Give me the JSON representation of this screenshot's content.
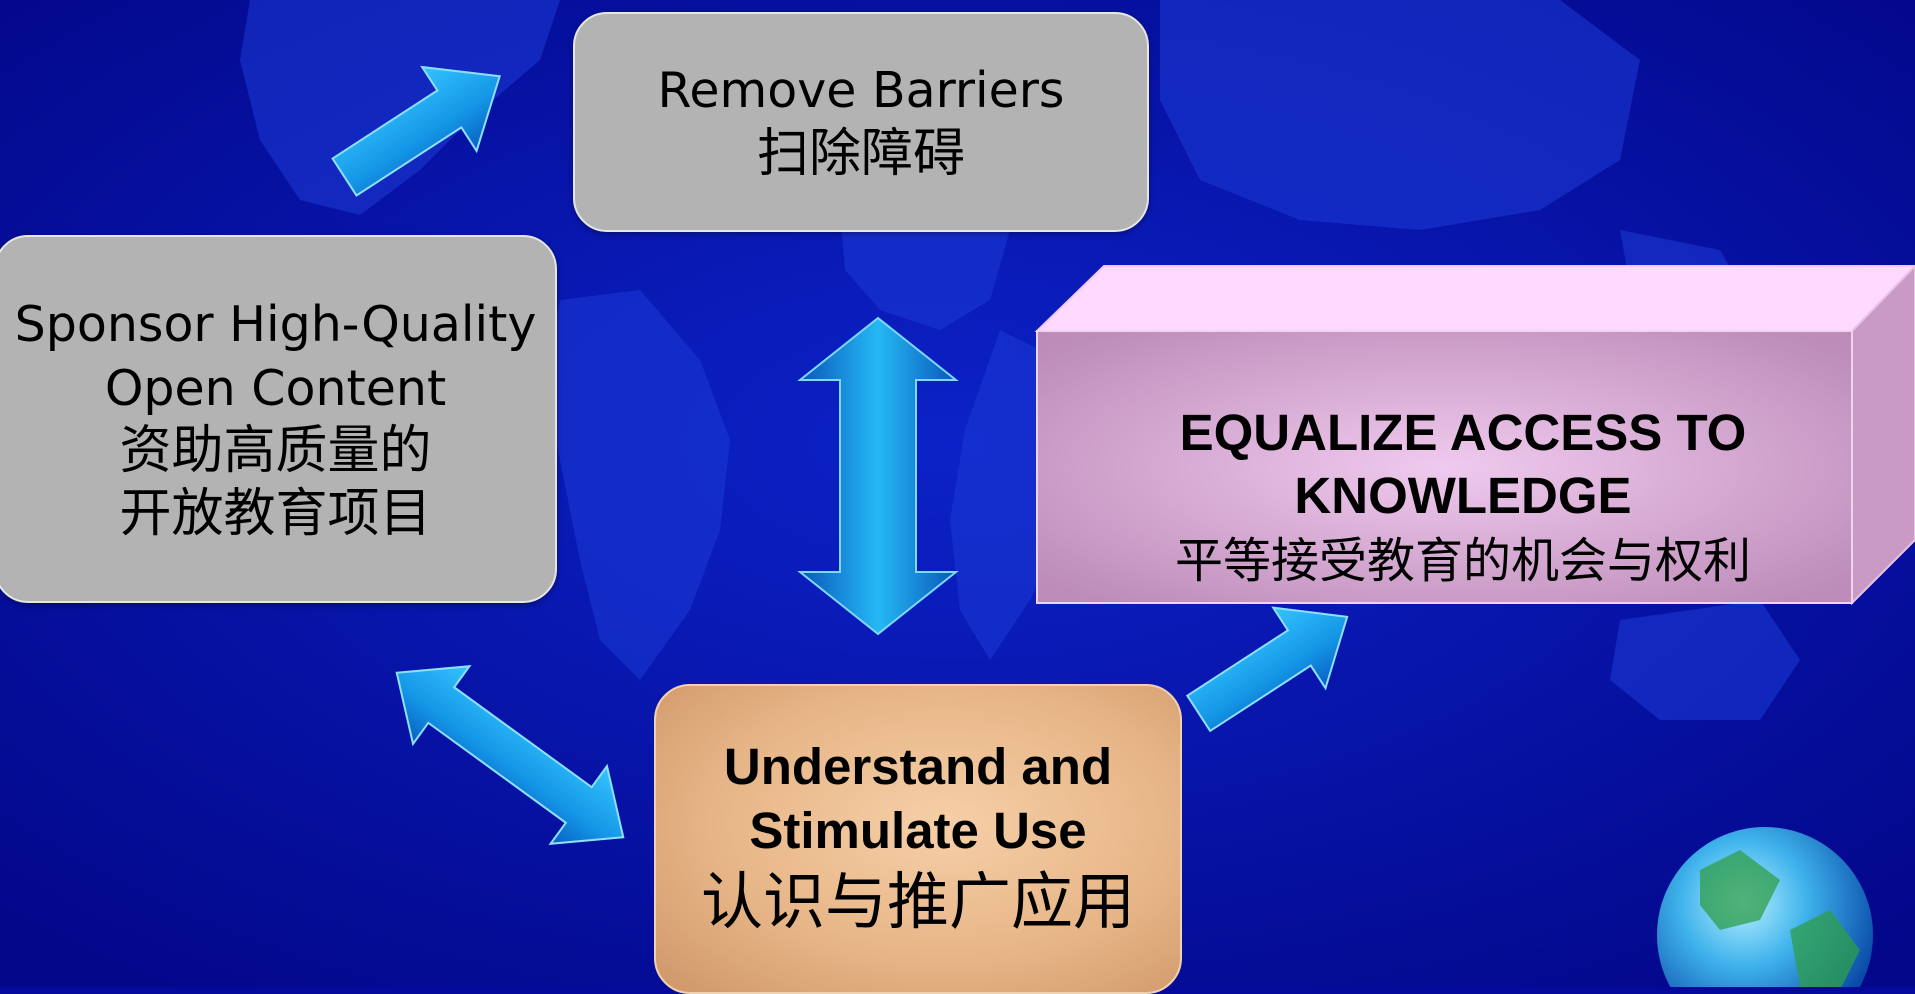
{
  "colors": {
    "background": "#050a9c",
    "grey_box": "#b3b3b3",
    "understand_box": "#e7b688",
    "equalize_front": "#d9a8d4",
    "equalize_top": "#ffd9ff",
    "arrow": "#1aa8ea"
  },
  "boxes": {
    "remove": {
      "en": "Remove Barriers",
      "zh": "扫除障碍"
    },
    "sponsor": {
      "en_line1": "Sponsor High-Quality",
      "en_line2": "Open Content",
      "zh_line1": "资助高质量的",
      "zh_line2": "开放教育项目"
    },
    "understand": {
      "en_line1": "Understand and",
      "en_line2": "Stimulate Use",
      "zh": "认识与推广应用"
    },
    "equalize": {
      "en_line1": "EQUALIZE ACCESS TO",
      "en_line2": "KNOWLEDGE",
      "zh": "平等接受教育的机会与权利"
    }
  },
  "icons": [
    "globe-icon",
    "world-map-background"
  ]
}
